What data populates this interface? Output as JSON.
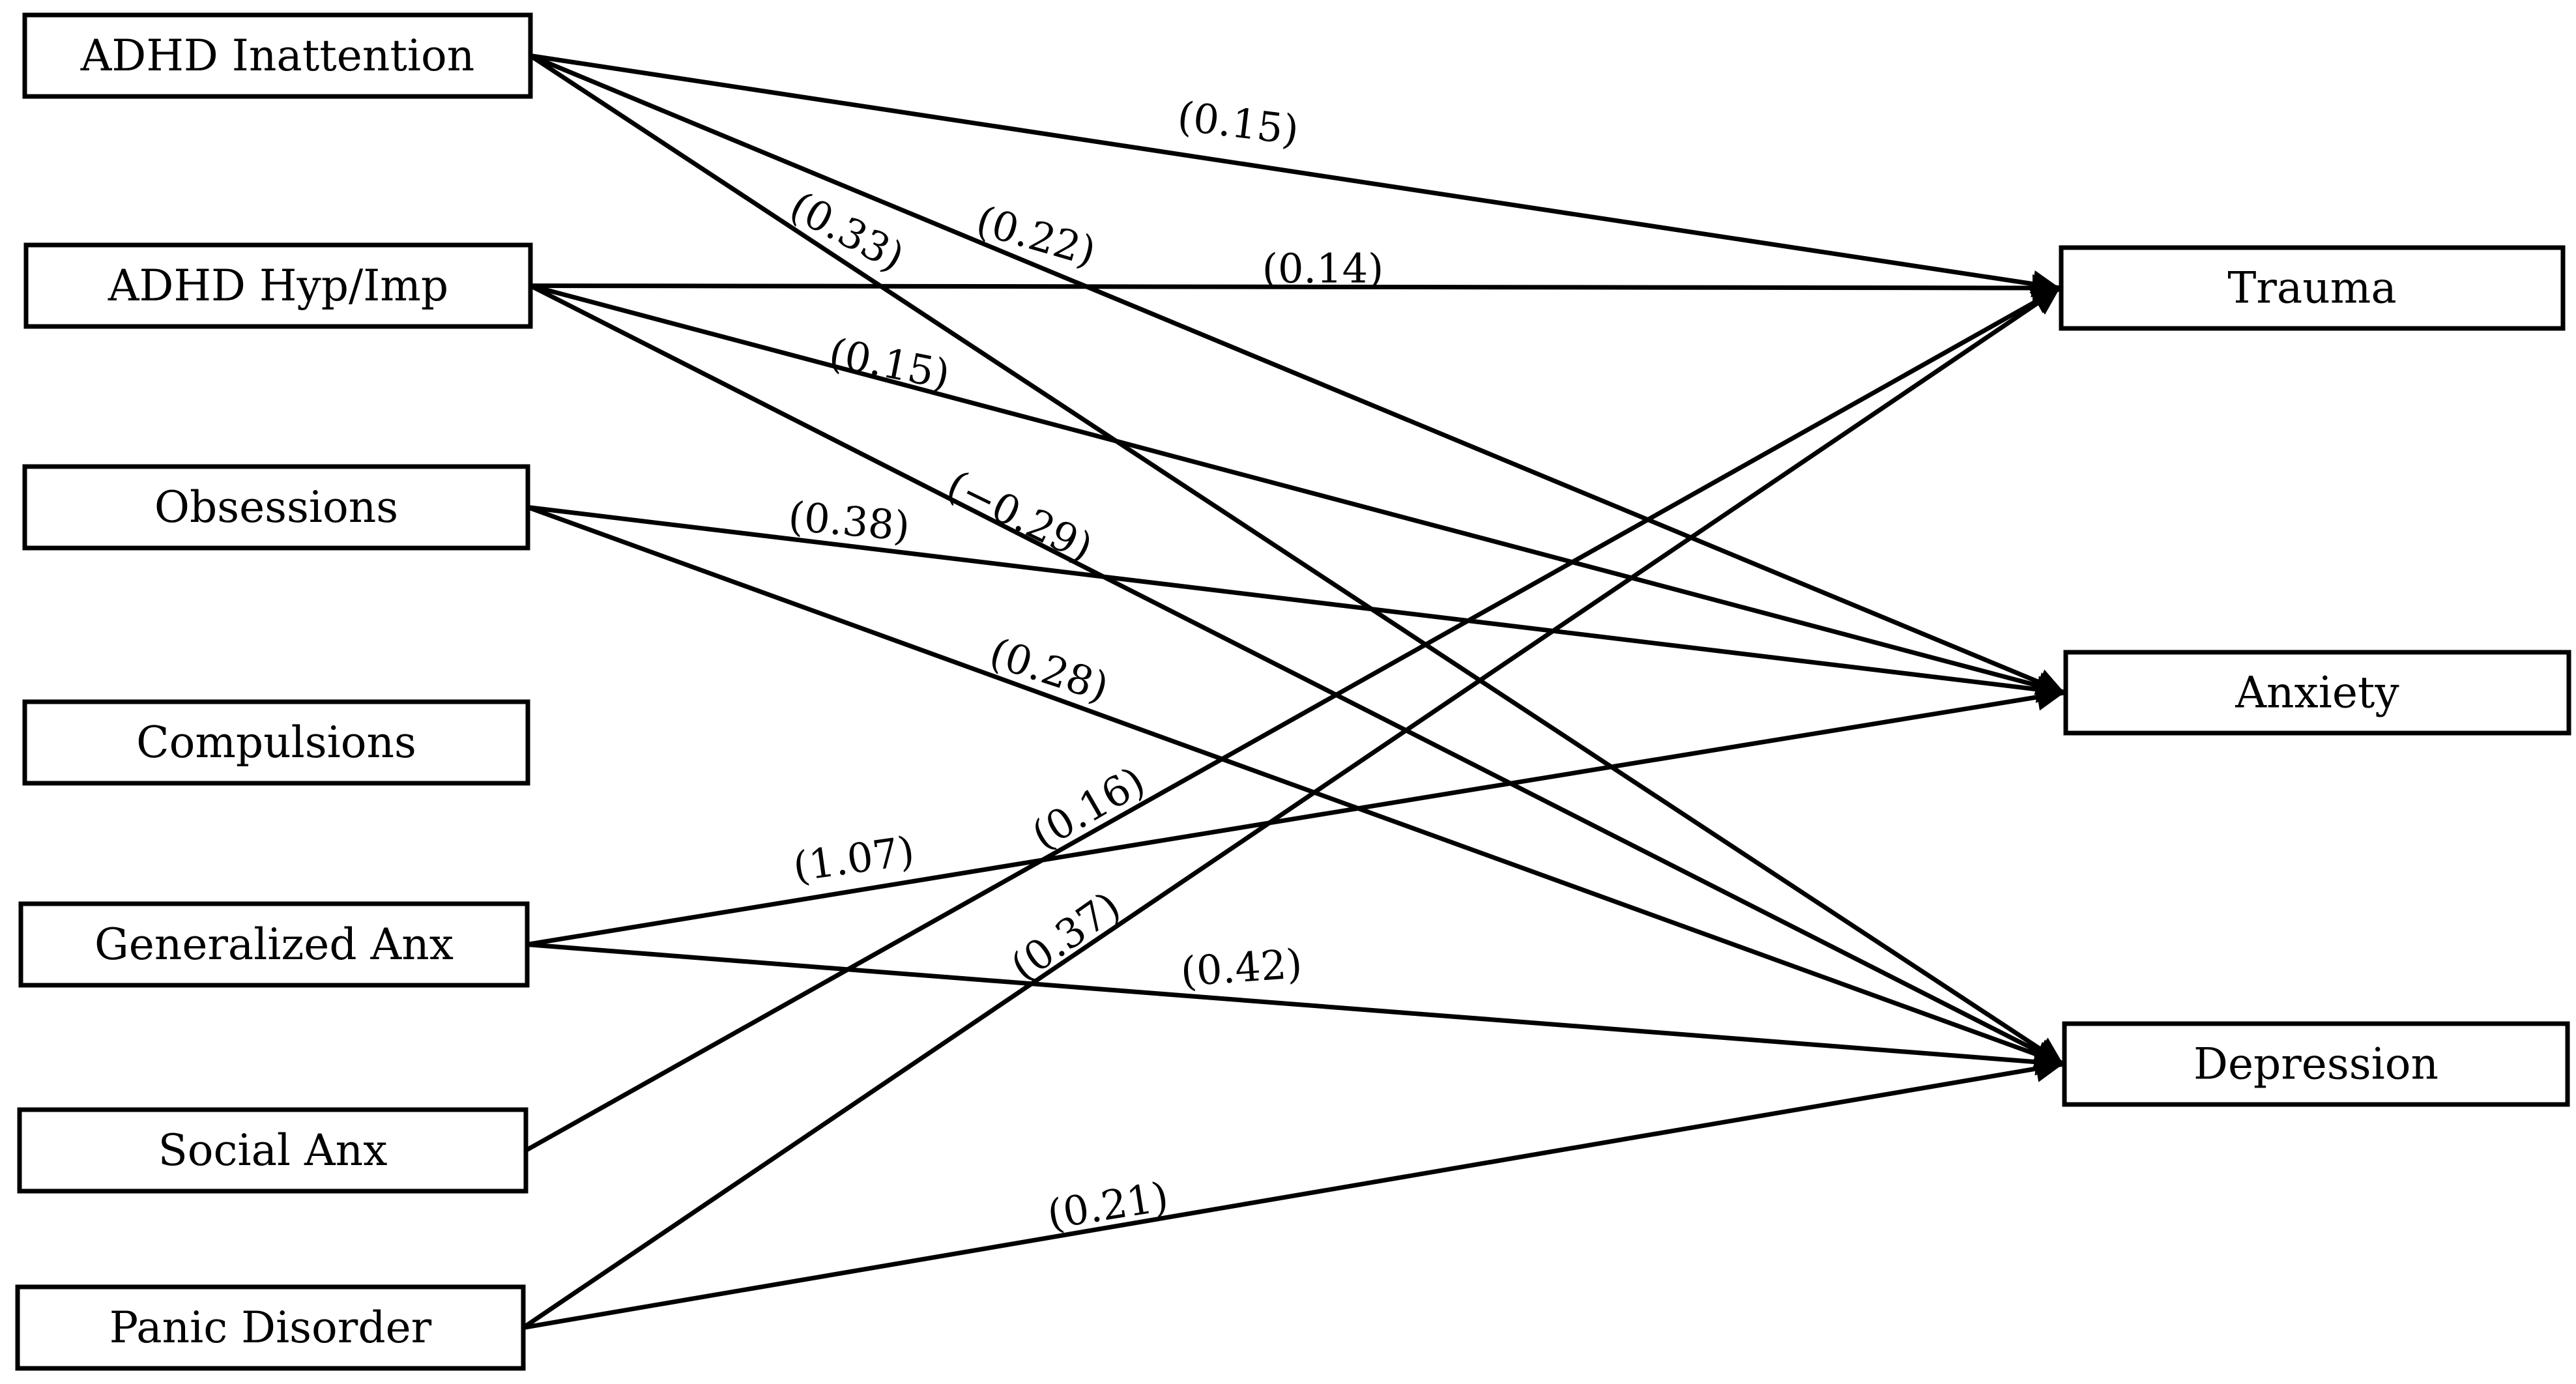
{
  "predictors": [
    {
      "id": "adhd_inattention",
      "label": "ADHD Inattention"
    },
    {
      "id": "adhd_hyp_imp",
      "label": "ADHD Hyp/Imp"
    },
    {
      "id": "obsessions",
      "label": "Obsessions"
    },
    {
      "id": "compulsions",
      "label": "Compulsions"
    },
    {
      "id": "generalized_anx",
      "label": "Generalized Anx"
    },
    {
      "id": "social_anx",
      "label": "Social Anx"
    },
    {
      "id": "panic_disorder",
      "label": "Panic Disorder"
    }
  ],
  "outcomes": [
    {
      "id": "trauma",
      "label": "Trauma"
    },
    {
      "id": "anxiety",
      "label": "Anxiety"
    },
    {
      "id": "depression",
      "label": "Depression"
    }
  ],
  "paths": [
    {
      "from": "adhd_inattention",
      "to": "trauma",
      "label": "(0.15)"
    },
    {
      "from": "adhd_inattention",
      "to": "anxiety",
      "label": "(0.22)"
    },
    {
      "from": "adhd_inattention",
      "to": "depression",
      "label": "(0.33)"
    },
    {
      "from": "adhd_hyp_imp",
      "to": "trauma",
      "label": "(0.14)"
    },
    {
      "from": "adhd_hyp_imp",
      "to": "anxiety",
      "label": "(0.15)"
    },
    {
      "from": "adhd_hyp_imp",
      "to": "depression",
      "label": "(−0.29)"
    },
    {
      "from": "obsessions",
      "to": "anxiety",
      "label": "(0.38)"
    },
    {
      "from": "obsessions",
      "to": "depression",
      "label": "(0.28)"
    },
    {
      "from": "generalized_anx",
      "to": "anxiety",
      "label": "(1.07)"
    },
    {
      "from": "generalized_anx",
      "to": "depression",
      "label": "(0.42)"
    },
    {
      "from": "social_anx",
      "to": "trauma",
      "label": "(0.16)"
    },
    {
      "from": "panic_disorder",
      "to": "trauma",
      "label": "(0.37)"
    },
    {
      "from": "panic_disorder",
      "to": "depression",
      "label": "(0.21)"
    }
  ]
}
